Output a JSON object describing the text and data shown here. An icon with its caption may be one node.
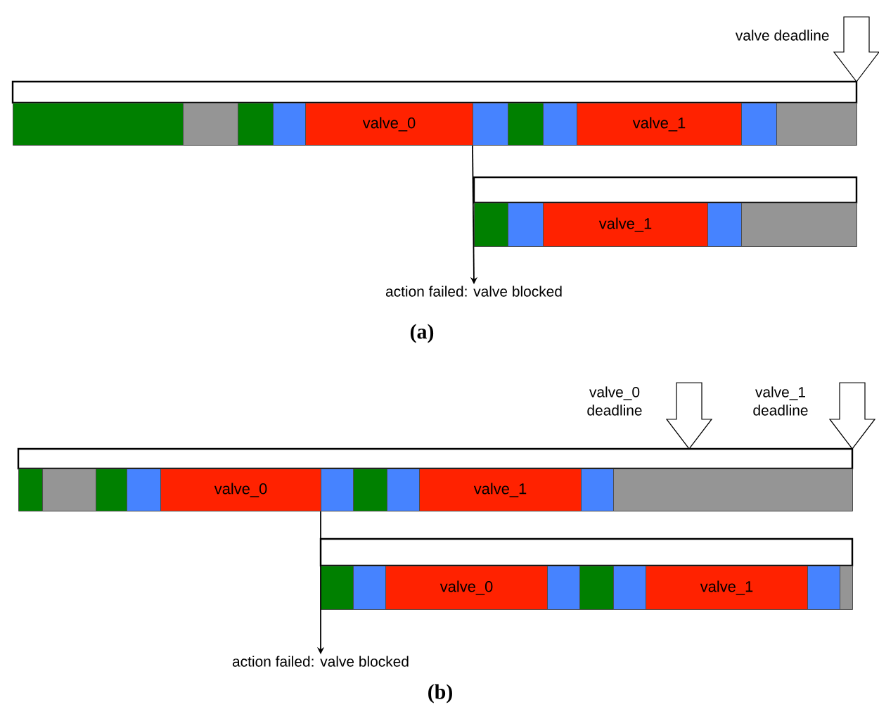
{
  "diagram": {
    "nodes": [
      {
        "text": [],
        "shape": "box"
      },
      {
        "text": [],
        "shape": "box"
      },
      {
        "text": [],
        "shape": "box"
      },
      {
        "text": [],
        "shape": "box"
      },
      {
        "text": [
          "valve_0"
        ]
      },
      {
        "text": [],
        "shape": "box"
      },
      {
        "text": [],
        "shape": "box"
      },
      {
        "text": [],
        "shape": "box"
      },
      {
        "text": [
          "valve_1"
        ]
      },
      {
        "text": [],
        "shape": "box"
      },
      {
        "text": [],
        "shape": "box"
      },
      {
        "text": [],
        "shape": "box"
      },
      {
        "text": [],
        "shape": "box"
      },
      {
        "text": [
          "valve_1"
        ]
      },
      {
        "text": [],
        "shape": "box"
      },
      {
        "text": [],
        "shape": "box"
      },
      {
        "text": [
          "action failed: valve blocked"
        ]
      },
      {
        "text": [],
        "shape": "box"
      },
      {
        "text": [],
        "shape": "box"
      },
      {
        "text": [],
        "shape": "box"
      },
      {
        "text": [],
        "shape": "box"
      },
      {
        "text": [
          "valve_0"
        ]
      },
      {
        "text": [],
        "shape": "box"
      },
      {
        "text": [],
        "shape": "box"
      },
      {
        "text": [],
        "shape": "box"
      },
      {
        "text": [
          "valve_1"
        ]
      },
      {
        "text": [],
        "shape": "box"
      },
      {
        "text": [],
        "shape": "box"
      },
      {
        "text": [],
        "shape": "box"
      },
      {
        "text": [],
        "shape": "box"
      },
      {
        "text": [
          "valve_0"
        ]
      },
      {
        "text": [],
        "shape": "box"
      },
      {
        "text": [],
        "shape": "box"
      },
      {
        "text": [],
        "shape": "box"
      },
      {
        "text": [
          "valve_1"
        ]
      },
      {
        "text": [],
        "shape": "box"
      },
      {
        "text": [],
        "shape": "box"
      },
      {
        "text": [
          "action failed: valve blocked"
        ]
      }
    ],
    "edges": [
      {
        "from": 5,
        "to": 16,
        "arrow": "to"
      },
      {
        "from": 22,
        "to": 37,
        "arrow": "to"
      }
    ],
    "labels": [
      "valve deadline",
      "(a)",
      "valve_0 deadline",
      "valve_1 deadline",
      "(b)"
    ]
  }
}
